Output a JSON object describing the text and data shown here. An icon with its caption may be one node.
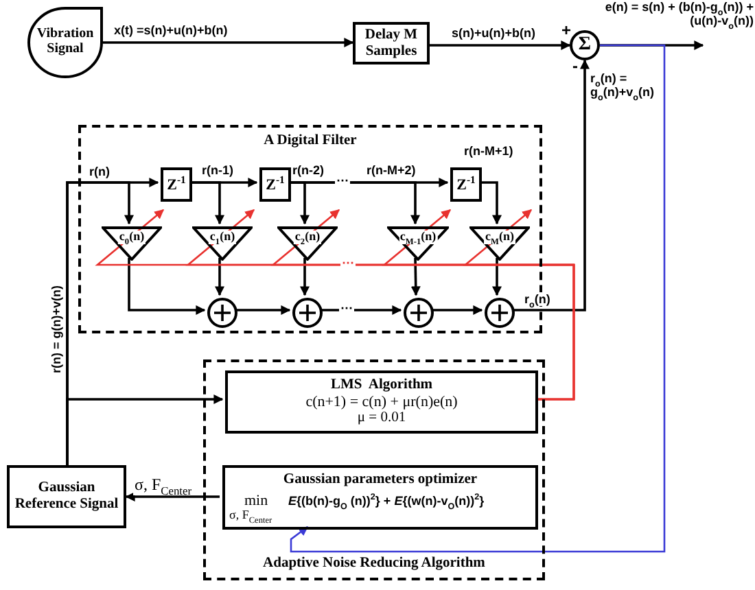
{
  "diagram": {
    "nodes": [
      {
        "text": [
          "Vibration Signal"
        ]
      },
      {
        "text": [
          "Delay M Samples"
        ]
      },
      {
        "text": [
          "Σ"
        ]
      },
      {
        "text": [
          "A Digital Filter"
        ]
      },
      {
        "text": [
          "Z$^{-1}$"
        ],
        "in": 3
      },
      {
        "text": [
          "Z$^{-1}$"
        ],
        "in": 3
      },
      {
        "text": [
          "Z$^{-1}$"
        ],
        "in": 3
      },
      {
        "text": [
          "c$_{0}$(n)"
        ],
        "in": 3
      },
      {
        "text": [
          "c$_{1}$(n)"
        ],
        "in": 3
      },
      {
        "text": [
          "c$_{2}$(n)"
        ],
        "in": 3
      },
      {
        "text": [
          "c$_{M-1}$(n)"
        ],
        "in": 3
      },
      {
        "text": [
          "c$_{M}$(n)"
        ],
        "in": 3
      },
      {
        "text": [],
        "shape": "circle",
        "in": 3
      },
      {
        "text": [],
        "shape": "circle",
        "in": 3
      },
      {
        "text": [],
        "shape": "circle",
        "in": 3
      },
      {
        "text": [],
        "shape": "circle",
        "in": 3
      },
      {
        "text": [
          "Adaptive Noise Reducing Algorithm"
        ]
      },
      {
        "text": [
          "LMS  Algorithm",
          "c(n+1) = c(n) + μr(n)e(n)",
          "μ = 0.01"
        ],
        "in": 16
      },
      {
        "text": [
          "Gaussian parameters optimizer",
          "min",
          "σ, F$_{Center}$",
          "*E*{(b(n)-g$_{O}$ (n))$^{2}$} + *E*{(w(n)-v$_{O}$(n))$^{2}$}"
        ],
        "in": 16
      },
      {
        "text": [
          "Gaussian Reference Signal"
        ]
      }
    ],
    "edges": [
      {
        "from": 0,
        "to": 1,
        "arrow": "to",
        "label": "x(t) =s(n)+u(n)+b(n)"
      },
      {
        "from": 1,
        "to": 2,
        "arrow": "to",
        "label": "s(n)+u(n)+b(n)"
      },
      {
        "from": 2,
        "to": null,
        "arrow": "to",
        "label": "e(n) = s(n) + (b(n)-g$_{o}$(n)) + (u(n)-v$_{o}$(n))"
      },
      {
        "from": 19,
        "to": 4,
        "arrow": "to",
        "label": "r(n) = g(n)+v(n)"
      },
      {
        "from": 19,
        "to": 17,
        "arrow": "to"
      },
      {
        "from": 19,
        "to": 7,
        "arrow": "to"
      },
      {
        "from": 18,
        "to": 19,
        "arrow": "to",
        "label": "σ, F$_{Center}$"
      },
      {
        "from": 4,
        "to": 5,
        "arrow": "to",
        "label": "r(n-1)"
      },
      {
        "from": 5,
        "to": 6,
        "arrow": "to",
        "label": "r(n-2)"
      },
      {
        "from": 4,
        "to": 8,
        "arrow": "to"
      },
      {
        "from": 5,
        "to": 9,
        "arrow": "to"
      },
      {
        "from": 5,
        "to": 10,
        "arrow": "to"
      },
      {
        "from": 6,
        "to": 11,
        "arrow": "to"
      },
      {
        "from": 7,
        "to": 12,
        "arrow": "to"
      },
      {
        "from": 8,
        "to": 12,
        "arrow": "to"
      },
      {
        "from": 9,
        "to": 13,
        "arrow": "to"
      },
      {
        "from": 10,
        "to": 14,
        "arrow": "to"
      },
      {
        "from": 11,
        "to": 15,
        "arrow": "to"
      },
      {
        "from": 12,
        "to": 13,
        "arrow": "to"
      },
      {
        "from": 13,
        "to": 14,
        "arrow": "to"
      },
      {
        "from": 14,
        "to": 15,
        "arrow": "to"
      },
      {
        "from": 15,
        "to": 2,
        "arrow": "to",
        "label": "r$_{o}$(n)"
      },
      {
        "from": 17,
        "to": 7,
        "arrow": "to",
        "color": "#e8322f"
      },
      {
        "from": 17,
        "to": 8,
        "arrow": "to",
        "color": "#e8322f"
      },
      {
        "from": 17,
        "to": 9,
        "arrow": "to",
        "color": "#e8322f"
      },
      {
        "from": 17,
        "to": 10,
        "arrow": "to",
        "color": "#e8322f"
      },
      {
        "from": 17,
        "to": 11,
        "arrow": "to",
        "color": "#e8322f"
      },
      {
        "from": 2,
        "to": 18,
        "arrow": "to",
        "color": "#3b3bd6"
      }
    ],
    "labels": [
      "+",
      "-",
      "r$_{o}$(n) = g$_{o}$(n)+v$_{o}$(n)",
      "r(n)",
      "⋯",
      "r(n-M+2)",
      "r(n-M+1)",
      "⋯",
      "⋯"
    ]
  }
}
